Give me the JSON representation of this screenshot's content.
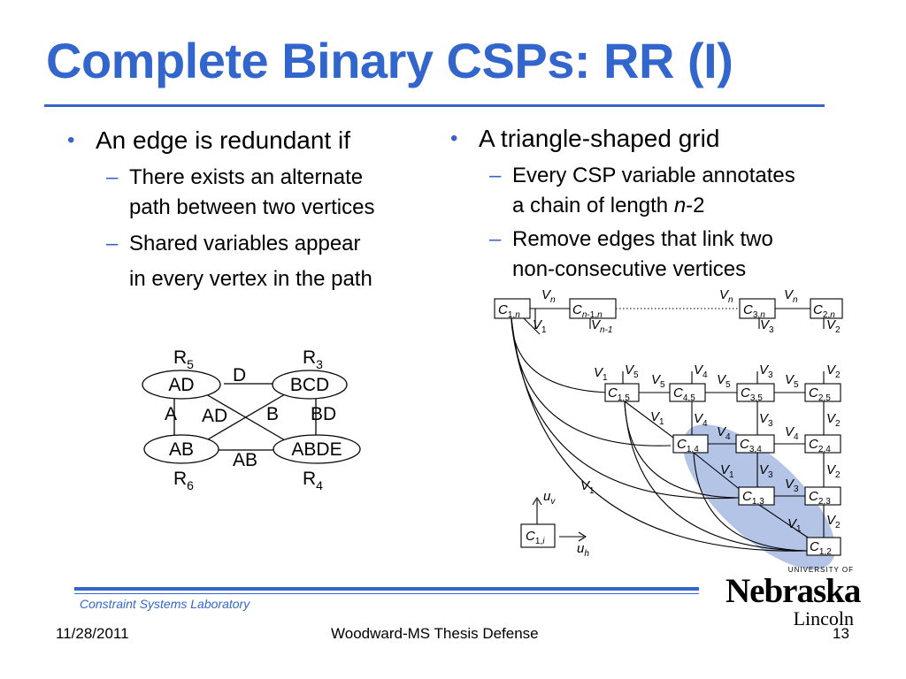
{
  "title": "Complete Binary CSPs: RR (I)",
  "left_column": {
    "bullet": "An edge is redundant if",
    "sub": [
      {
        "line1": "There exists an alternate",
        "line2": "path between two vertices"
      },
      {
        "line1": "Shared variables appear",
        "line2": "in every vertex in the path"
      }
    ]
  },
  "right_column": {
    "bullet": "A triangle-shaped grid",
    "sub": [
      {
        "line1": "Every CSP variable annotates",
        "line2_pre": "a chain of length ",
        "line2_var": "n",
        "line2_post": "-2"
      },
      {
        "line1": "Remove edges that link two",
        "line2": "non-consecutive vertices"
      }
    ]
  },
  "graph": {
    "nodes": [
      {
        "label": "AD",
        "r": "R",
        "sub": "5"
      },
      {
        "label": "BCD",
        "r": "R",
        "sub": "3"
      },
      {
        "label": "AB",
        "r": "R",
        "sub": "6"
      },
      {
        "label": "ABDE",
        "r": "R",
        "sub": "4"
      }
    ],
    "edges": {
      "top": "D",
      "left": "A",
      "right": "BD",
      "bottom": "AB",
      "diag1": "AD",
      "diag2": "B"
    }
  },
  "grid": {
    "cells": {
      "c1n": {
        "c": "C",
        "s1": "1",
        "s2": "n"
      },
      "cn1n": {
        "c": "C",
        "s1": "n",
        "s1b": "-1",
        "s2": "n"
      },
      "c3n": {
        "c": "C",
        "s1": "3",
        "s2": "n"
      },
      "c2n": {
        "c": "C",
        "s1": "2",
        "s2": "n"
      },
      "c15": {
        "c": "C",
        "s1": "1",
        "s2": "5"
      },
      "c45": {
        "c": "C",
        "s1": "4",
        "s2": "5"
      },
      "c35": {
        "c": "C",
        "s1": "3",
        "s2": "5"
      },
      "c25": {
        "c": "C",
        "s1": "2",
        "s2": "5"
      },
      "c14": {
        "c": "C",
        "s1": "1",
        "s2": "4"
      },
      "c34": {
        "c": "C",
        "s1": "3",
        "s2": "4"
      },
      "c24": {
        "c": "C",
        "s1": "2",
        "s2": "4"
      },
      "c13": {
        "c": "C",
        "s1": "1",
        "s2": "3"
      },
      "c23": {
        "c": "C",
        "s1": "2",
        "s2": "3"
      },
      "c12": {
        "c": "C",
        "s1": "1",
        "s2": "2"
      },
      "c1i": {
        "c": "C",
        "s1": "1",
        "s2": "i"
      }
    },
    "v": "V",
    "sub1": "1",
    "sub2": "2",
    "sub3": "3",
    "sub4": "4",
    "sub5": "5",
    "subn": "n",
    "subn1": "n-1",
    "uv": "u",
    "uv_sub": "v",
    "uh": "u",
    "uh_sub": "h",
    "highlight_color": "#b4c4e6"
  },
  "footer": {
    "lab": "Constraint Systems Laboratory",
    "date": "11/28/2011",
    "center": "Woodward-MS Thesis Defense",
    "page": "13"
  },
  "logo": {
    "university_of": "UNIVERSITY OF",
    "name": "Nebraska",
    "campus": "Lincoln"
  },
  "colors": {
    "title": "#3366cc",
    "rule": "#3a63c6",
    "logo_red": "#d00000",
    "lab": "#3366cc"
  }
}
